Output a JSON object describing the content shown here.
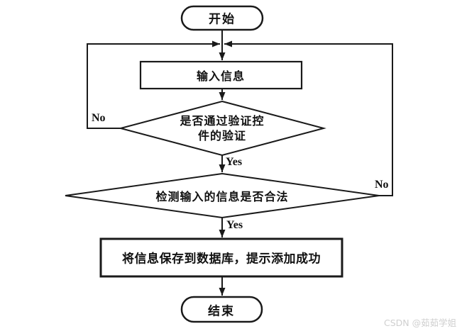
{
  "flowchart": {
    "start": "开始",
    "input": "输入信息",
    "decision1_line1": "是否通过验证控",
    "decision1_line2": "件的验证",
    "decision2": "检测输入的信息是否合法",
    "process": "将信息保存到数据库，提示添加成功",
    "end": "结束",
    "edge_labels": {
      "no1": "No",
      "yes1": "Yes",
      "no2": "No",
      "yes2": "Yes"
    }
  },
  "colors": {
    "stroke": "#1a1a1a",
    "background": "#ffffff",
    "watermark_text": "#cfcfcf"
  },
  "watermark": {
    "text": "CSDN @茹茹学姐"
  }
}
